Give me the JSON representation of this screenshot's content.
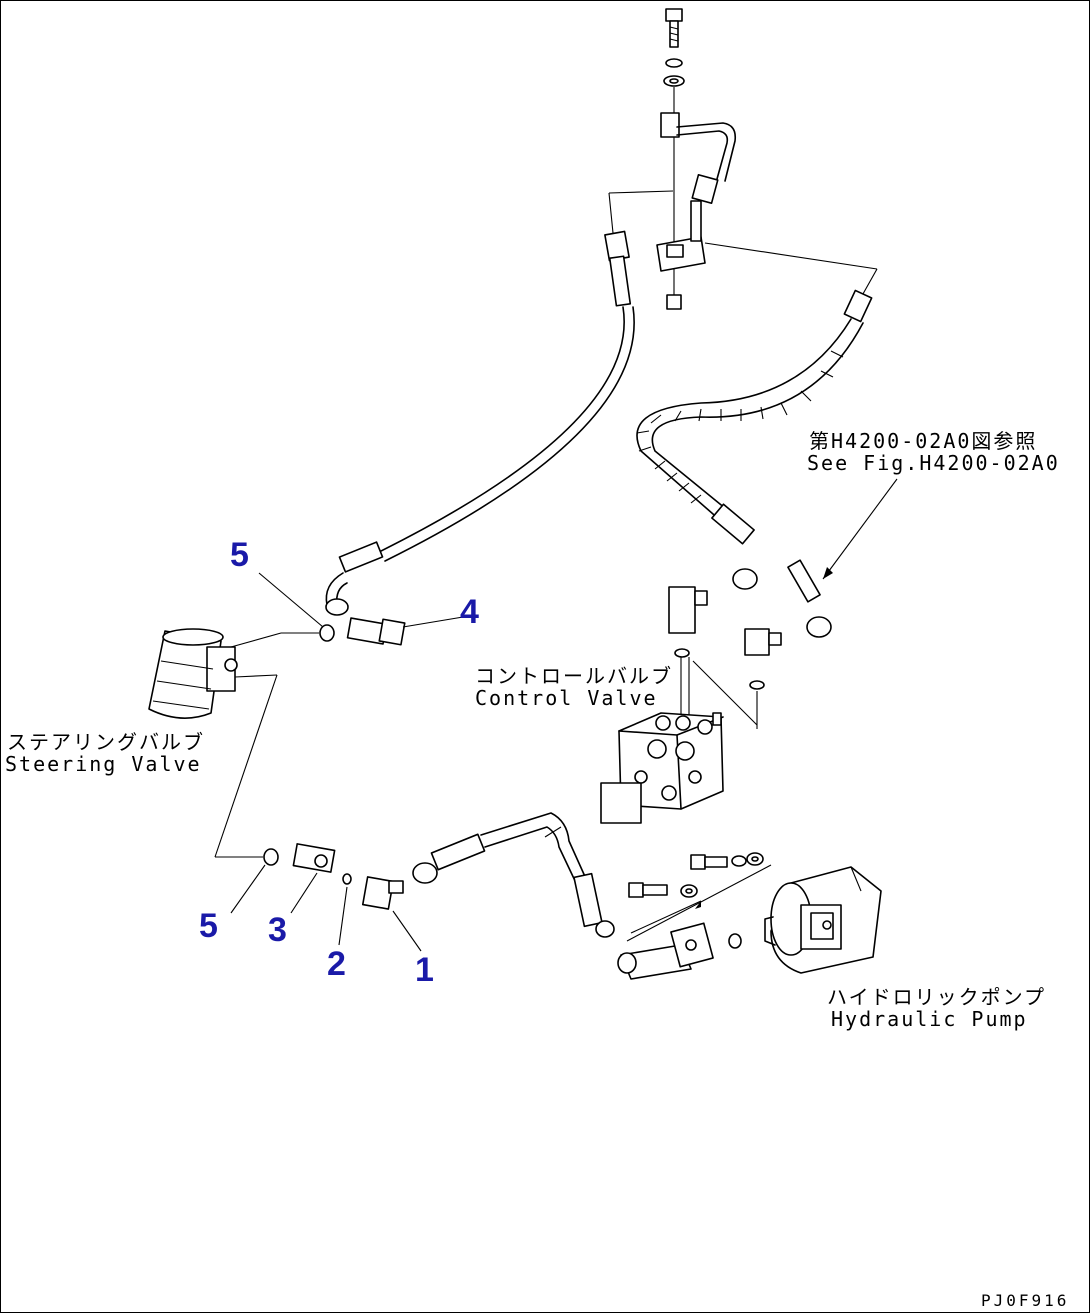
{
  "labels": {
    "steering_valve_jp": "ステアリングバルブ",
    "steering_valve_en": "Steering Valve",
    "control_valve_jp": "コントロールバルブ",
    "control_valve_en": "Control Valve",
    "hydraulic_pump_jp": "ハイドロリックポンプ",
    "hydraulic_pump_en": "Hydraulic Pump",
    "see_fig_jp": "第H4200-02A0図参照",
    "see_fig_en": "See Fig.H4200-02A0"
  },
  "callouts": {
    "p1": "1",
    "p2": "2",
    "p3": "3",
    "p4": "4",
    "p5_top": "5",
    "p5_bottom": "5"
  },
  "drawing_code": "PJ0F916",
  "colors": {
    "callout": "#1a1aa8",
    "line": "#000000"
  }
}
